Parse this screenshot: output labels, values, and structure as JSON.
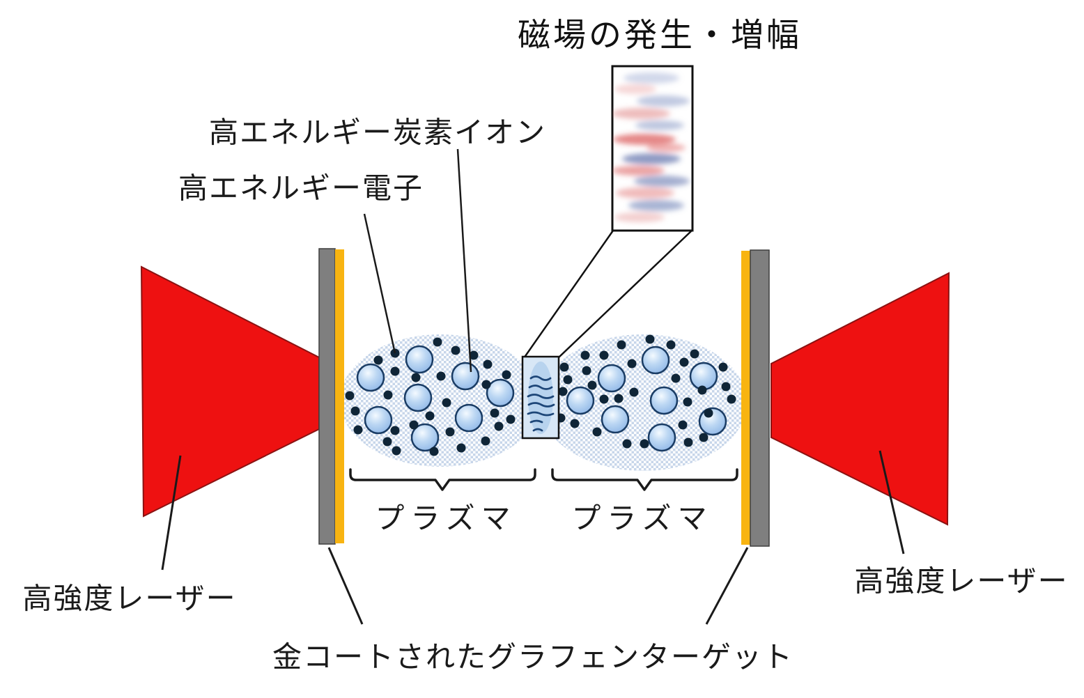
{
  "figure": {
    "title": "磁場の発生・増幅",
    "labels": {
      "carbon_ion": "高エネルギー炭素イオン",
      "electron": "高エネルギー電子",
      "plasma_left": "プラズマ",
      "plasma_right": "プラズマ",
      "laser_left": "高強度レーザー",
      "laser_right": "高強度レーザー",
      "target": "金コートされたグラフェンターゲット"
    },
    "colors": {
      "laser_red": "#ee1111",
      "laser_edge": "#8a1212",
      "target_gray": "#7f7f7f",
      "gold_coating": "#f8b411",
      "plasma_hatch": "#c7d6ea",
      "ion_outline": "#1a3c64",
      "electron_dot": "#0f2537",
      "field_red": "#d43535",
      "field_blue": "#44599c"
    }
  }
}
